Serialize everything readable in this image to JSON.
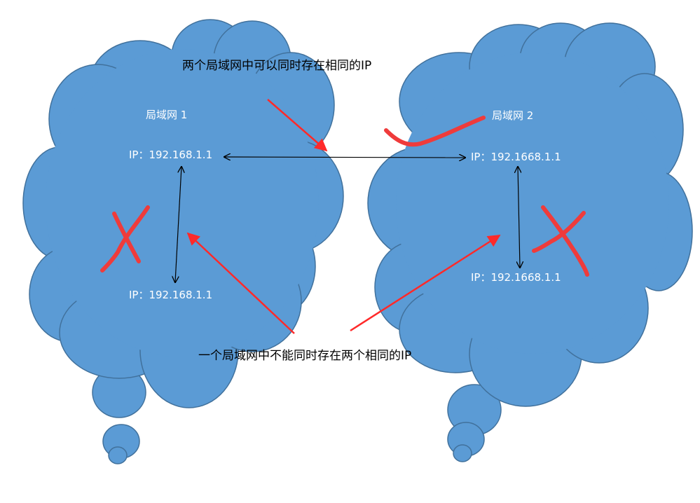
{
  "annotations": {
    "top": "两个局域网中可以同时存在相同的IP",
    "bottom": "一个局域网中不能同时存在两个相同的IP"
  },
  "networks": [
    {
      "name": "局域网 1",
      "ip_top": "IP：192.168.1.1",
      "ip_bottom": "IP：192.168.1.1"
    },
    {
      "name": "局域网 2",
      "ip_top": "IP：192.1668.1.1",
      "ip_bottom": "IP：192.1668.1.1"
    }
  ],
  "colors": {
    "cloud_fill": "#5b9bd5",
    "cloud_stroke": "#41719c",
    "mark_red": "#ef3b3b",
    "arrow_red": "#ff2a2a",
    "connector": "#000000",
    "label_text": "#ffffff"
  }
}
